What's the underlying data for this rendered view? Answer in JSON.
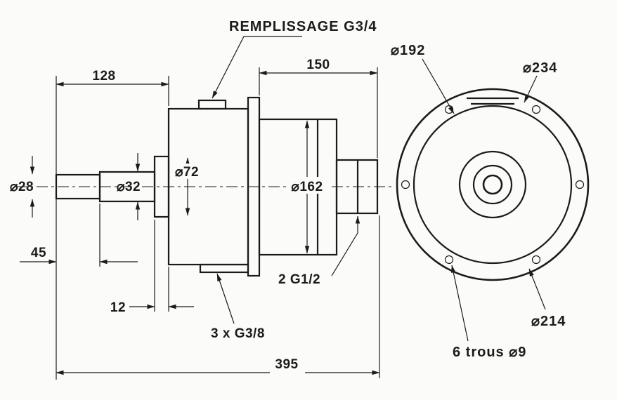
{
  "diagram": {
    "type": "technical-drawing",
    "side_view": {
      "filler_label": "REMPLISSAGE G3/4",
      "dim_128": "128",
      "dim_150": "150",
      "dim_395": "395",
      "dim_45": "45",
      "dim_12": "12",
      "dia_28": "⌀28",
      "dia_32": "⌀32",
      "dia_72": "⌀72",
      "dia_162": "⌀162",
      "port_label": "2 G1/2",
      "tap_label": "3 x G3/8"
    },
    "front_view": {
      "dia_192": "⌀192",
      "dia_234": "⌀234",
      "dia_214": "⌀214",
      "holes_label": "6 trous ⌀9"
    },
    "colors": {
      "ink": "#1b1b1b",
      "paper": "#fbfbf9"
    }
  }
}
